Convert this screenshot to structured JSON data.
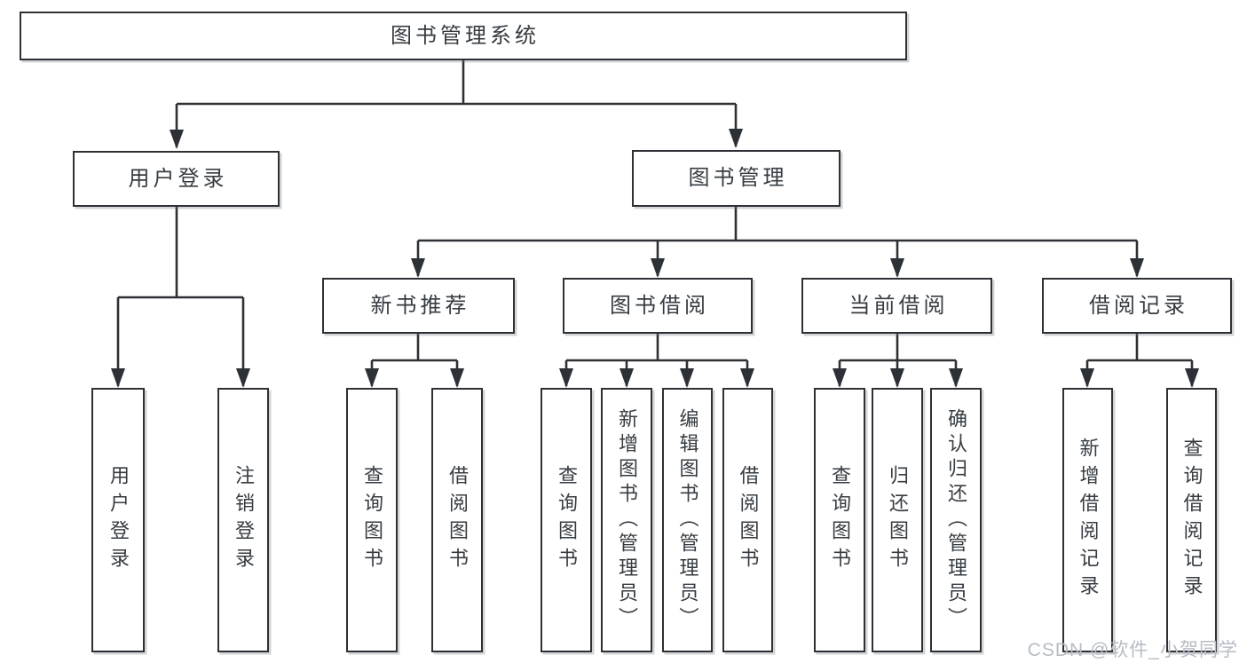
{
  "tree": {
    "root": "图书管理系统",
    "user_login": {
      "label": "用户登录",
      "login": "用户登录",
      "logout": "注销登录"
    },
    "book_mgmt": {
      "label": "图书管理",
      "new_book": {
        "label": "新书推荐",
        "query": "查询图书",
        "borrow": "借阅图书"
      },
      "book_borrow": {
        "label": "图书借阅",
        "query": "查询图书",
        "add": "新增图书（管理员）",
        "edit": "编辑图书（管理员）",
        "borrow": "借阅图书"
      },
      "current_borrow": {
        "label": "当前借阅",
        "query": "查询图书",
        "return": "归还图书",
        "confirm": "确认归还（管理员）"
      },
      "borrow_record": {
        "label": "借阅记录",
        "add": "新增借阅记录",
        "query": "查询借阅记录"
      }
    }
  },
  "watermark": "CSDN @软件_小贺同学"
}
